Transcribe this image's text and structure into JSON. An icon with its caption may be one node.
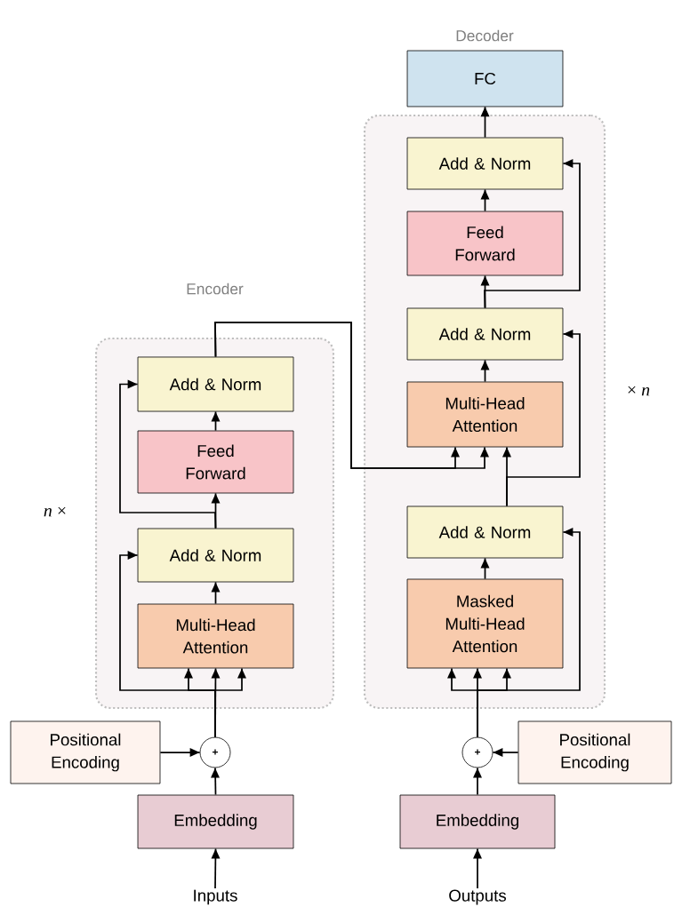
{
  "diagram": {
    "nodes": [
      {
        "text": [
          "Encoder"
        ],
        "beside": [
          "*n* ×"
        ]
      },
      {
        "text": [
          "Add & Norm"
        ],
        "in": 0
      },
      {
        "text": [
          "Feed Forward"
        ],
        "in": 0
      },
      {
        "text": [
          "Add & Norm"
        ],
        "in": 0
      },
      {
        "text": [
          "Multi-Head Attention"
        ],
        "in": 0
      },
      {
        "text": [],
        "shape": "box",
        "beside": [
          "× *n*"
        ]
      },
      {
        "text": [
          "Add & Norm"
        ],
        "in": 5
      },
      {
        "text": [
          "Feed Forward"
        ],
        "in": 5
      },
      {
        "text": [
          "Add & Norm"
        ],
        "in": 5
      },
      {
        "text": [
          "Multi-Head Attention"
        ],
        "in": 5
      },
      {
        "text": [
          "Add & Norm"
        ],
        "in": 5
      },
      {
        "text": [
          "Masked Multi-Head Attention"
        ],
        "in": 5
      },
      {
        "text": [
          "FC"
        ]
      },
      {
        "text": [
          "Positional Encoding"
        ]
      },
      {
        "text": [
          "+"
        ]
      },
      {
        "text": [
          "Embedding"
        ]
      },
      {
        "text": [
          "Inputs"
        ]
      },
      {
        "text": [
          "+"
        ]
      },
      {
        "text": [
          "Positional Encoding"
        ]
      },
      {
        "text": [
          "Embedding"
        ]
      },
      {
        "text": [
          "Outputs"
        ]
      }
    ],
    "edges": [
      {
        "from": 16,
        "to": 15,
        "arrow": "to"
      },
      {
        "from": 15,
        "to": 14,
        "arrow": "to"
      },
      {
        "from": 13,
        "to": 14,
        "arrow": "to"
      },
      {
        "from": 14,
        "to": 4,
        "arrow": "to"
      },
      {
        "from": 14,
        "to": 4,
        "arrow": "to"
      },
      {
        "from": 14,
        "to": 4,
        "arrow": "to"
      },
      {
        "from": 14,
        "to": 3,
        "arrow": "to"
      },
      {
        "from": 4,
        "to": 3,
        "arrow": "to"
      },
      {
        "from": 3,
        "to": 2,
        "arrow": "to"
      },
      {
        "from": 3,
        "to": 1,
        "arrow": "to"
      },
      {
        "from": 2,
        "to": 1,
        "arrow": "to"
      },
      {
        "from": 1,
        "to": 9,
        "arrow": "to"
      },
      {
        "from": 1,
        "to": 9,
        "arrow": "to"
      },
      {
        "from": 20,
        "to": 19,
        "arrow": "to"
      },
      {
        "from": 19,
        "to": 17,
        "arrow": "to"
      },
      {
        "from": 18,
        "to": 17,
        "arrow": "to"
      },
      {
        "from": 17,
        "to": 11,
        "arrow": "to"
      },
      {
        "from": 17,
        "to": 11,
        "arrow": "to"
      },
      {
        "from": 17,
        "to": 11,
        "arrow": "to"
      },
      {
        "from": 17,
        "to": 10,
        "arrow": "to"
      },
      {
        "from": 11,
        "to": 10,
        "arrow": "to"
      },
      {
        "from": 10,
        "to": 9,
        "arrow": "to"
      },
      {
        "from": 10,
        "to": 8,
        "arrow": "to"
      },
      {
        "from": 9,
        "to": 8,
        "arrow": "to"
      },
      {
        "from": 8,
        "to": 7,
        "arrow": "to"
      },
      {
        "from": 8,
        "to": 6,
        "arrow": "to"
      },
      {
        "from": 7,
        "to": 6,
        "arrow": "to"
      },
      {
        "from": 6,
        "to": 12,
        "arrow": "to"
      }
    ],
    "labels": [
      "Decoder"
    ]
  }
}
